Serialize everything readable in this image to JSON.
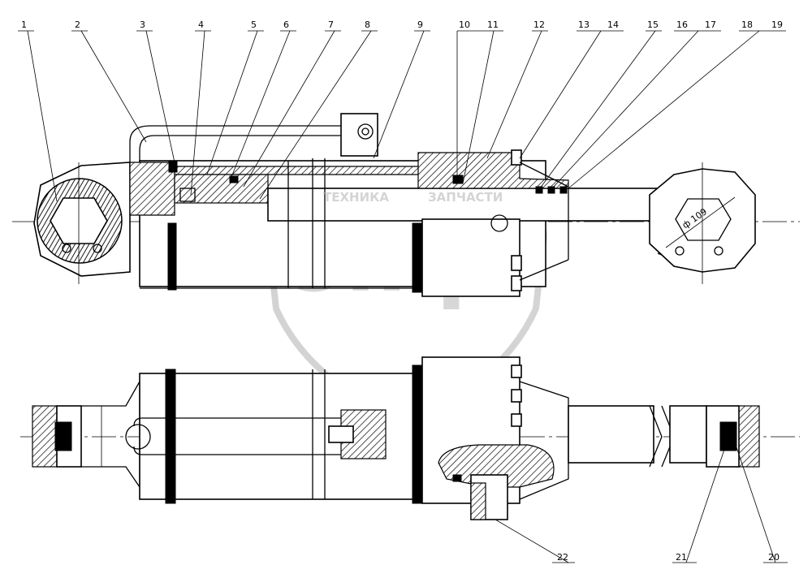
{
  "callouts_top": [
    "1",
    "2",
    "3",
    "4",
    "5",
    "6",
    "7",
    "8",
    "9",
    "10",
    "11",
    "12",
    "13",
    "14",
    "15",
    "16",
    "17",
    "18",
    "19"
  ],
  "callouts_bottom": [
    "22",
    "21",
    "20"
  ],
  "dimension_label": "ф 109",
  "watermark": {
    "line1_left": "ТЕХНИКА",
    "line1_right": "ЗАПЧАСТИ",
    "logo_text": "эпф"
  }
}
